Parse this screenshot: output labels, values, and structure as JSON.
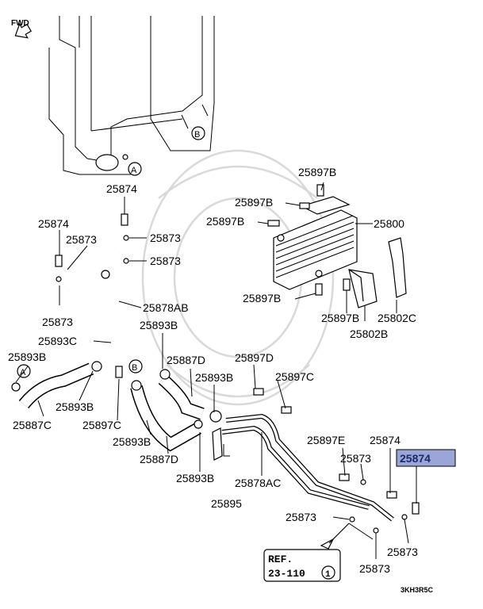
{
  "fwd_label": "FWD",
  "diagram_code": "3KH3R5C",
  "highlight_color": "#9aa7d6",
  "ref_box": {
    "line1": "REF.",
    "line2": "23-110",
    "circled": "1"
  },
  "callout_circles": [
    "A",
    "B",
    "A",
    "B"
  ],
  "labels": {
    "p25874_top": "25874",
    "p25874_left": "25874",
    "p25873_r1": "25873",
    "p25873_r2": "25873",
    "p25873_l1": "25873",
    "p25873_l2": "25873",
    "p25878AB": "25878AB",
    "p25893C": "25893C",
    "p25893B_top": "25893B",
    "p25893B_left": "25893B",
    "p25893B_mid": "25893B",
    "p25893B_c1": "25893B",
    "p25893B_c2": "25893B",
    "p25893B_b": "25893B",
    "p25887C": "25887C",
    "p25897C_l": "25897C",
    "p25887D_1": "25887D",
    "p25887D_2": "25887D",
    "p25897D": "25897D",
    "p25897C_r": "25897C",
    "p25878AC": "25878AC",
    "p25895": "25895",
    "p25897B_1": "25897B",
    "p25897B_2": "25897B",
    "p25897B_3": "25897B",
    "p25897B_4": "25897B",
    "p25897B_5": "25897B",
    "p25800": "25800",
    "p25802C": "25802C",
    "p25802B": "25802B",
    "p25897E": "25897E",
    "p25874_br": "25874",
    "p25873_br1": "25873",
    "p25874_hl": "25874",
    "p25873_br2": "25873",
    "p25873_br3": "25873",
    "p25873_br4": "25873"
  }
}
